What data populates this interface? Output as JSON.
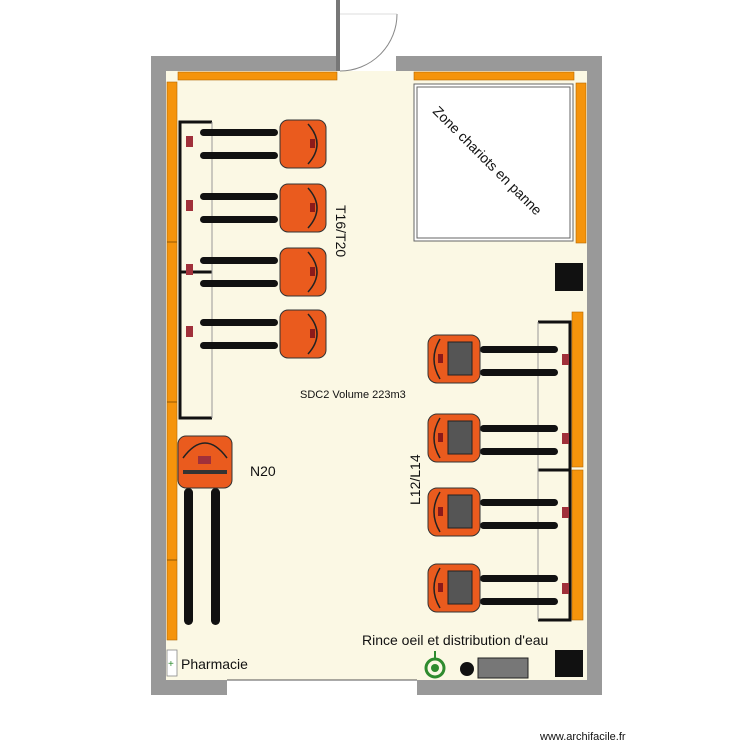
{
  "labels": {
    "room": "SDC2 Volume 223m3",
    "zone_broken": "Zone chariots en panne",
    "row_left": "T16/T20",
    "row_right": "L12/L14",
    "stacker": "N20",
    "eyewash": "Rince oeil et distribution d'eau",
    "pharmacy": "Pharmacie",
    "pharmacy_symbol": "+",
    "watermark": "www.archifacile.fr"
  },
  "colors": {
    "wall": "#999999",
    "floor": "#fbf8e4",
    "rack": "#f5940c",
    "forklift_body": "#ea5b1e",
    "forks": "#111111",
    "green": "#2e8b2e"
  }
}
